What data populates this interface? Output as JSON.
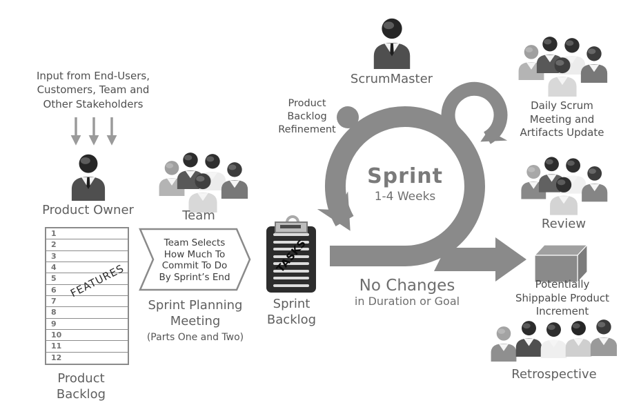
{
  "diagram": {
    "title_hint": "Scrum process overview diagram",
    "input_note": {
      "lines": [
        "Input from End-Users,",
        "Customers, Team and",
        "Other Stakeholders"
      ]
    },
    "product_owner": {
      "label": "Product Owner"
    },
    "product_backlog": {
      "label_lines": [
        "Product",
        "Backlog"
      ],
      "watermark": "FEATURES",
      "rows": [
        "1",
        "2",
        "3",
        "4",
        "5",
        "6",
        "7",
        "8",
        "9",
        "10",
        "11",
        "12"
      ]
    },
    "team": {
      "label": "Team"
    },
    "sprint_planning": {
      "note_lines": [
        "Team Selects",
        "How Much To",
        "Commit To Do",
        "By Sprint’s End"
      ],
      "label_lines": [
        "Sprint Planning",
        "Meeting"
      ],
      "sub_label": "(Parts One and Two)"
    },
    "sprint_backlog": {
      "label_lines": [
        "Sprint",
        "Backlog"
      ],
      "watermark": "TASKS"
    },
    "sprint_cycle": {
      "title": "Sprint",
      "subtitle": "1-4 Weeks"
    },
    "scrum_master": {
      "label": "ScrumMaster"
    },
    "refinement": {
      "lines": [
        "Product",
        "Backlog",
        "Refinement"
      ]
    },
    "daily_scrum": {
      "lines": [
        "Daily Scrum",
        "Meeting and",
        "Artifacts Update"
      ]
    },
    "review": {
      "label": "Review"
    },
    "increment": {
      "lines": [
        "Potentially",
        "Shippable Product",
        "Increment"
      ]
    },
    "no_changes": {
      "title": "No Changes",
      "subtitle": "in Duration or Goal"
    },
    "retrospective": {
      "label": "Retrospective"
    },
    "colors": {
      "shape_gray": "#8a8a8a",
      "label_gray": "#5f5f5f",
      "clipboard_dark": "#2d2d2d",
      "arrow_gray": "#9a9a9a"
    }
  }
}
